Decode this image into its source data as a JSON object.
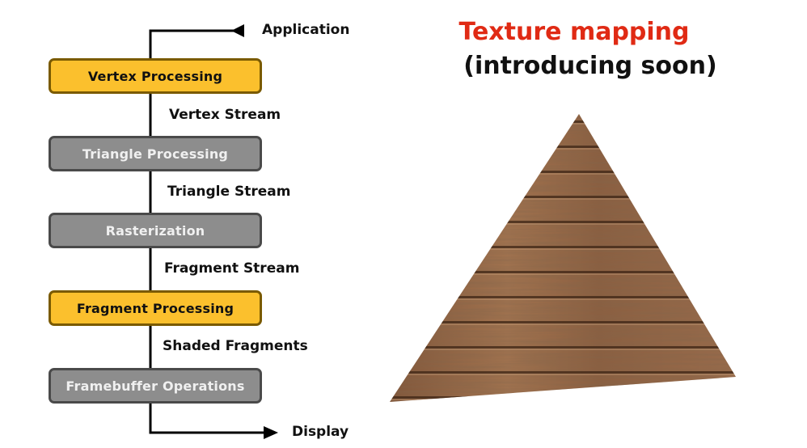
{
  "pipeline": {
    "input_label": "Application",
    "output_label": "Display",
    "stages": [
      {
        "label": "Vertex Processing",
        "state": "active"
      },
      {
        "label": "Triangle Processing",
        "state": "inactive"
      },
      {
        "label": "Rasterization",
        "state": "inactive"
      },
      {
        "label": "Fragment Processing",
        "state": "active"
      },
      {
        "label": "Framebuffer Operations",
        "state": "inactive"
      }
    ],
    "streams": [
      "Vertex Stream",
      "Triangle Stream",
      "Fragment Stream",
      "Shaded Fragments"
    ]
  },
  "heading": {
    "title": "Texture mapping",
    "subtitle": "(introducing soon)"
  },
  "colors": {
    "active_stage": "#fbc02d",
    "inactive_stage": "#8d8d8d",
    "title_accent": "#e02a14",
    "wood": "#9a6a48"
  },
  "icons": {
    "application_marker": "bar-arrowhead-icon",
    "display_marker": "arrow-right-icon"
  }
}
